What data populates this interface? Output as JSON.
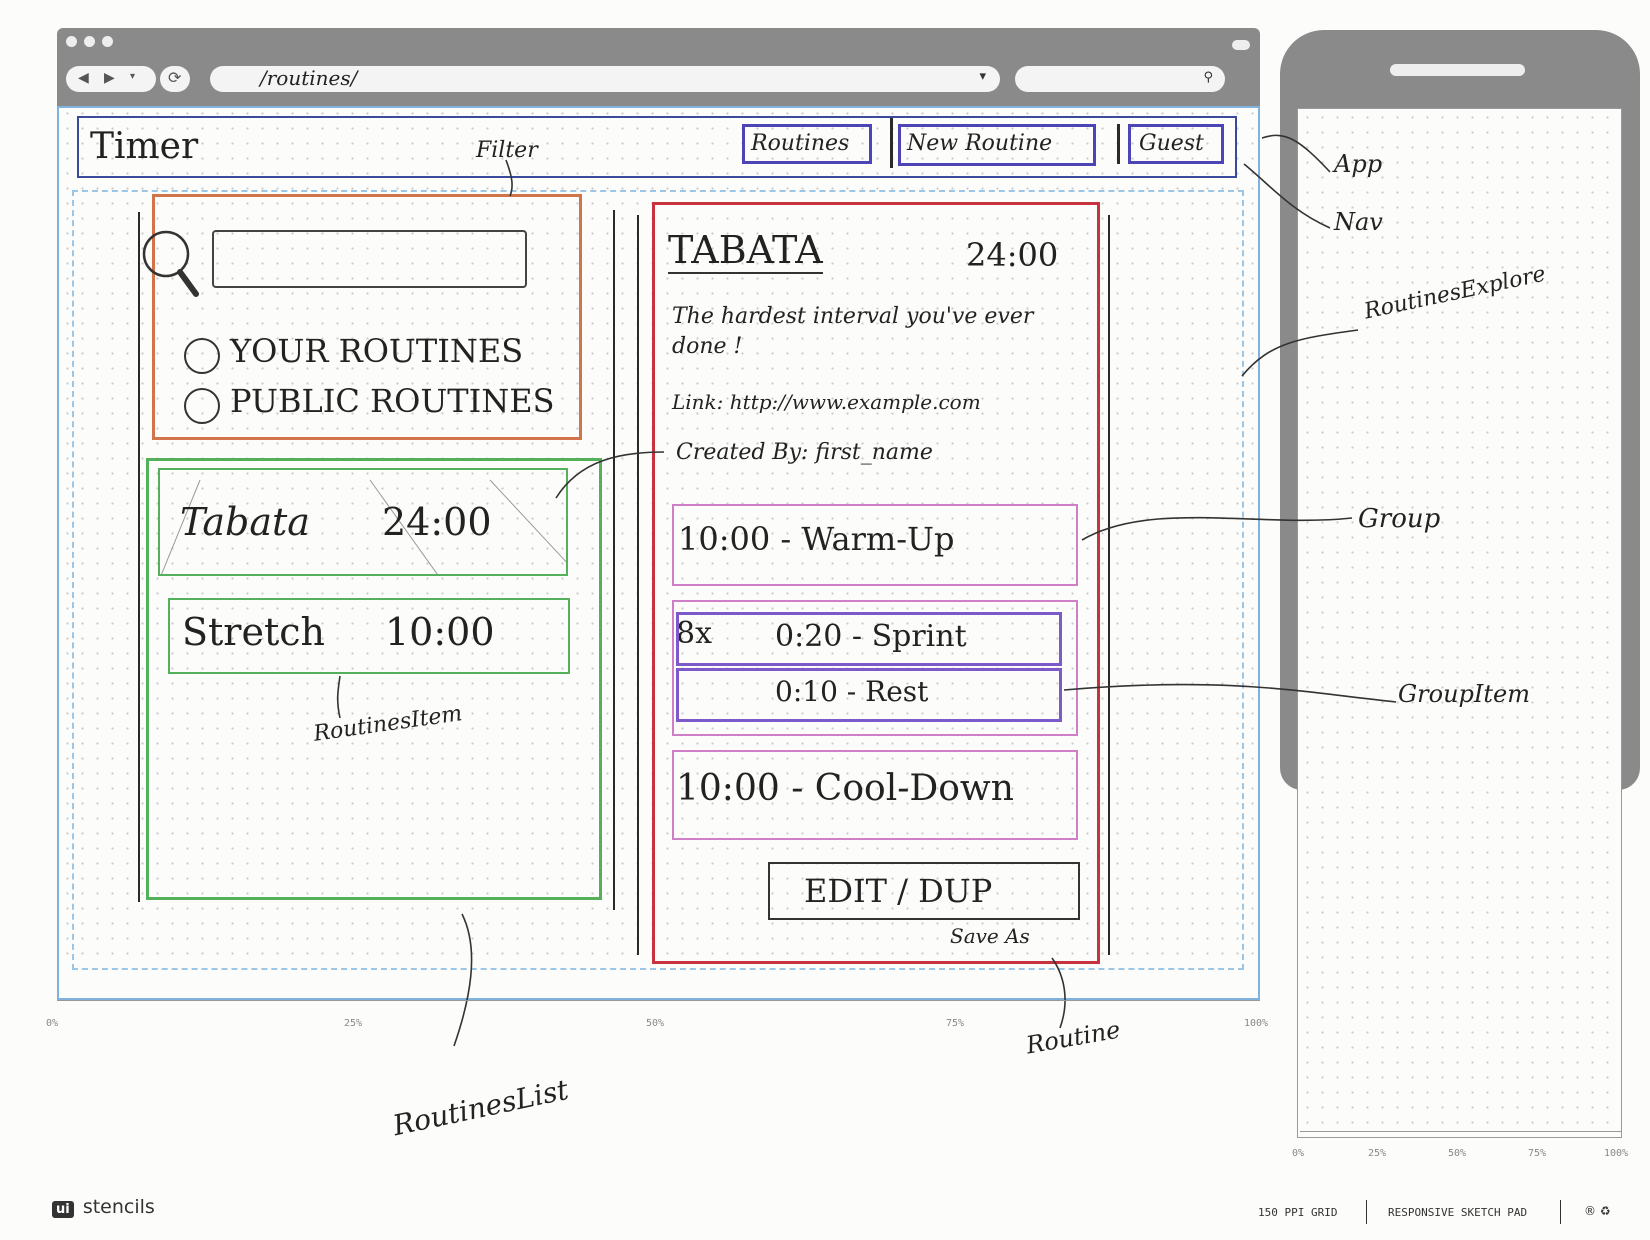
{
  "browser": {
    "address": "/routines/"
  },
  "app": {
    "title": "Timer",
    "nav": {
      "routines": "Routines",
      "new_routine": "New Routine",
      "guest": "Guest"
    }
  },
  "filter": {
    "search_value": "",
    "options": [
      "YOUR ROUTINES",
      "PUBLIC ROUTINES"
    ]
  },
  "routines_list": {
    "items": [
      {
        "name": "Tabata",
        "time": "24:00",
        "selected": true
      },
      {
        "name": "Stretch",
        "time": "10:00",
        "selected": false
      }
    ]
  },
  "routine": {
    "title": "TABATA",
    "total": "24:00",
    "description": "The hardest interval you've ever done !",
    "link": "Link: http://www.example.com",
    "created_by": "Created By: first_name",
    "groups": [
      {
        "text": "10:00 - Warm-Up"
      },
      {
        "repeat": "8x",
        "items": [
          "0:20 - Sprint",
          "0:10 - Rest"
        ]
      },
      {
        "text": "10:00 - Cool-Down"
      }
    ],
    "button": "EDIT / DUP",
    "button_note": "Save As"
  },
  "annotations": {
    "filter": "Filter",
    "app": "App",
    "nav": "Nav",
    "explore": "RoutinesExplore",
    "group": "Group",
    "group_item": "GroupItem",
    "routines_item": "RoutinesItem",
    "routine": "Routine",
    "routines_list": "RoutinesList"
  },
  "ruler": {
    "browser": [
      "0%",
      "25%",
      "50%",
      "75%",
      "100%"
    ],
    "phone": [
      "0%",
      "25%",
      "50%",
      "75%",
      "100%"
    ]
  },
  "footer": {
    "brand": "stencils",
    "brand_badge": "ui",
    "grid": "150 PPI GRID",
    "pad": "RESPONSIVE SKETCH PAD",
    "marks": "® ♻"
  },
  "colors": {
    "app_blue": "#7fb2dc",
    "nav_navy": "#3a4a9a",
    "button_purple": "#4d45b5",
    "filter_orange": "#d2744a",
    "list_green": "#54b05a",
    "routine_red": "#c7323e",
    "group_pink": "#cf7fc6",
    "groupitem_violet": "#7c5ac9"
  }
}
